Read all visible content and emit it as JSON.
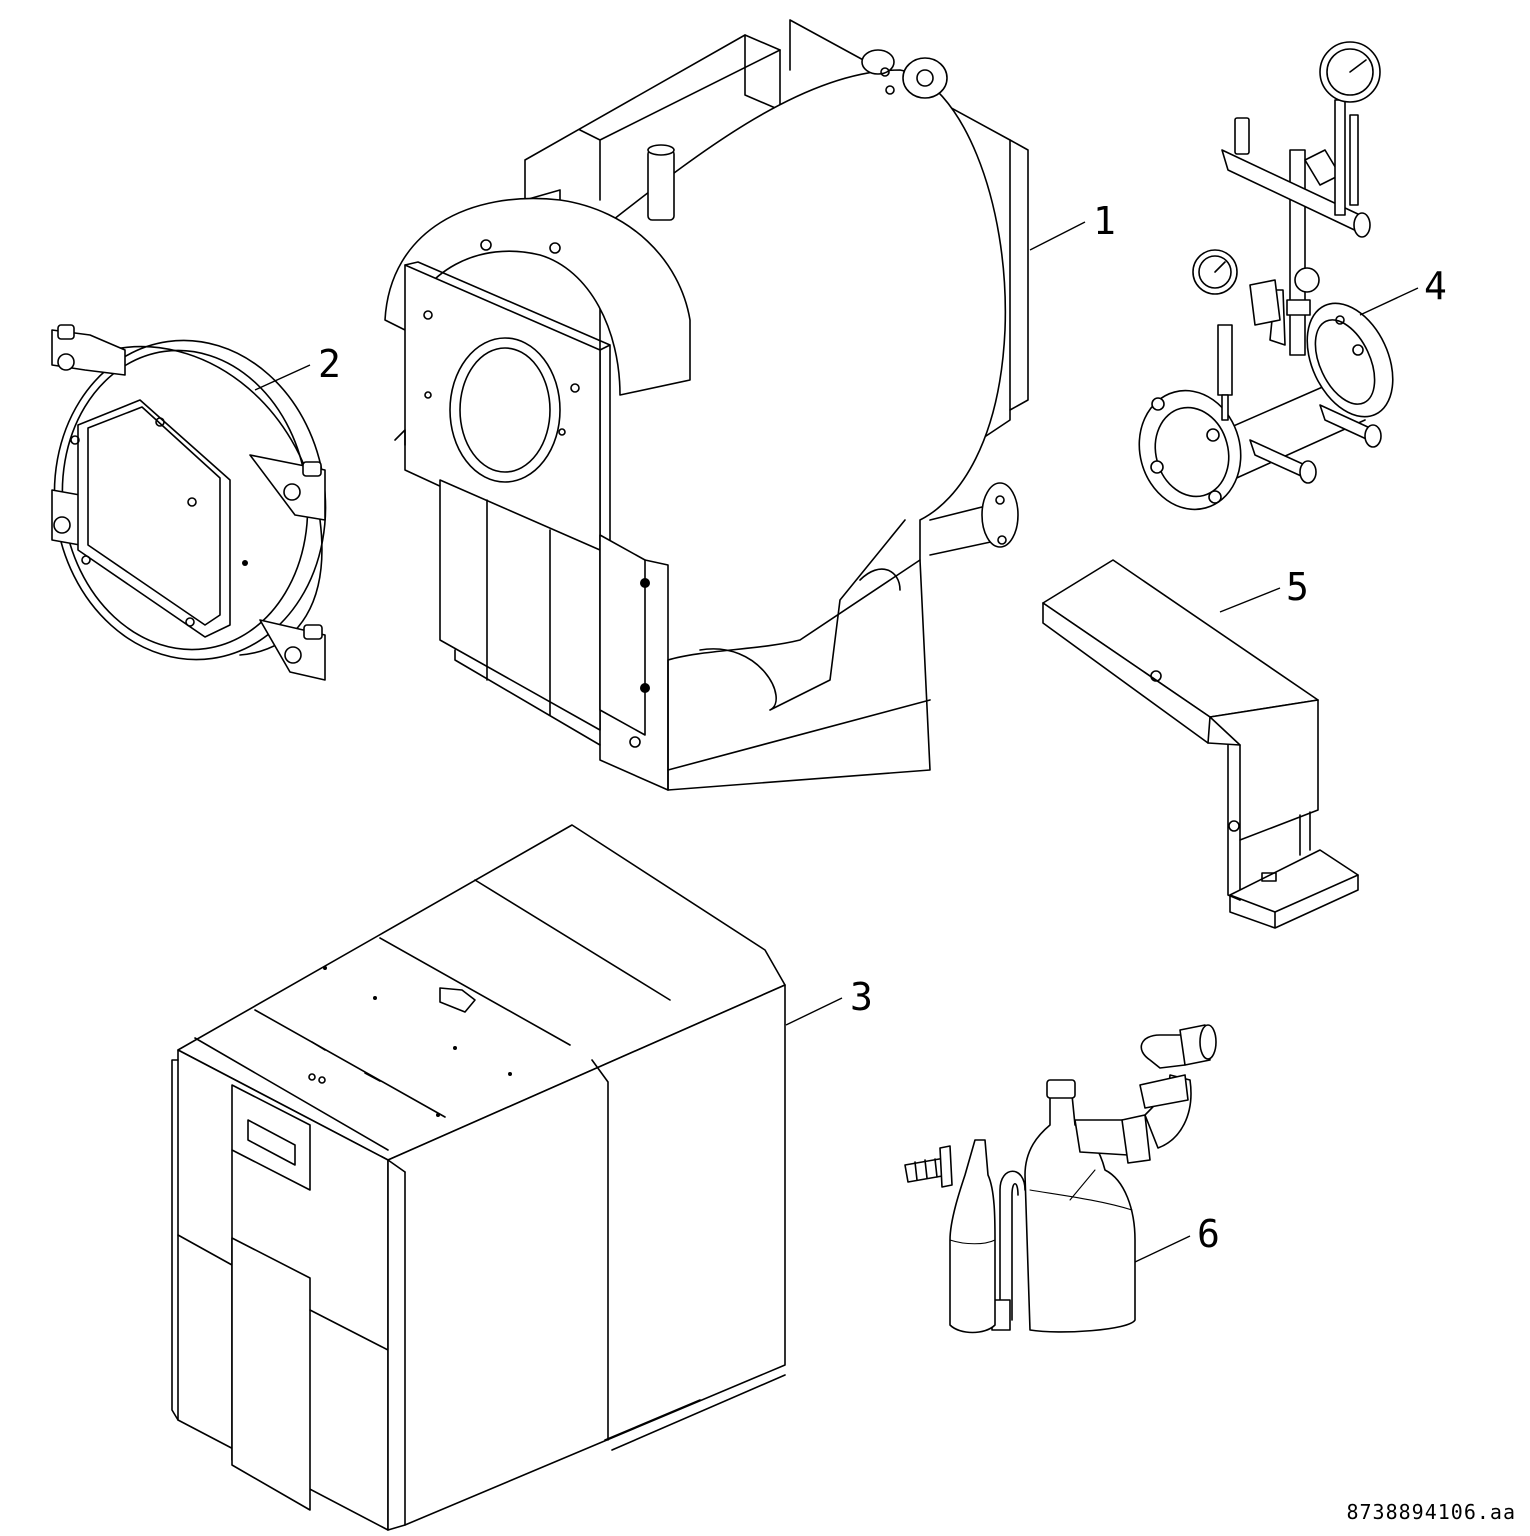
{
  "callouts": [
    {
      "id": "1",
      "label": "1"
    },
    {
      "id": "2",
      "label": "2"
    },
    {
      "id": "3",
      "label": "3"
    },
    {
      "id": "4",
      "label": "4"
    },
    {
      "id": "5",
      "label": "5"
    },
    {
      "id": "6",
      "label": "6"
    }
  ],
  "document_id": "8738894106.aa"
}
